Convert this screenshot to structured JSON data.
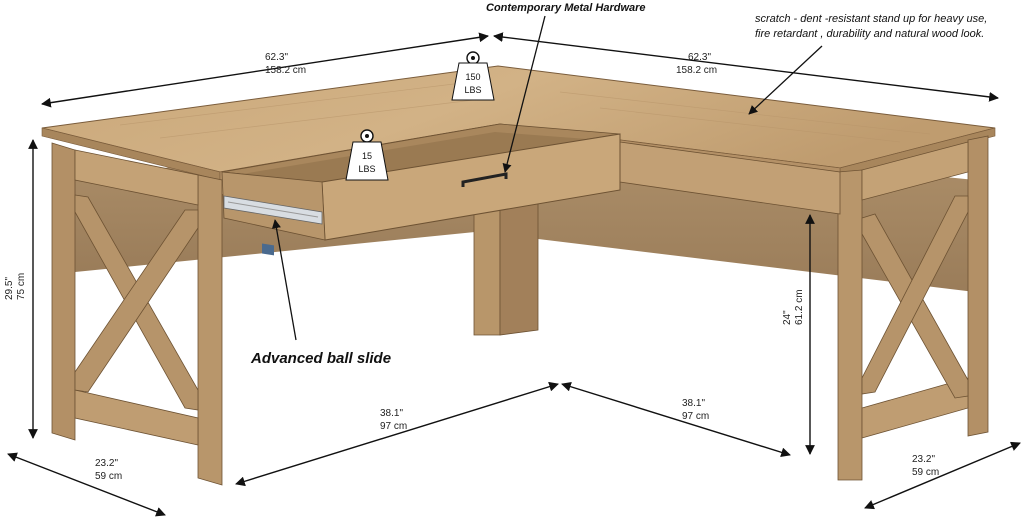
{
  "callouts": {
    "hardware": "Contemporary Metal Hardware",
    "surface_line1": "scratch - dent -resistant stand up for heavy use,",
    "surface_line2": "fire retardant , durability and natural wood look.",
    "slide": "Advanced ball slide"
  },
  "weights": {
    "top": {
      "value": "150",
      "unit": "LBS"
    },
    "drawer": {
      "value": "15",
      "unit": "LBS"
    }
  },
  "dimensions": {
    "top_left": {
      "imperial": "62.3\"",
      "metric": "158.2 cm"
    },
    "top_right": {
      "imperial": "62.3\"",
      "metric": "158.2 cm"
    },
    "height": {
      "imperial": "29.5\"",
      "metric": "75 cm"
    },
    "inner_height": {
      "imperial": "24\"",
      "metric": "61.2 cm"
    },
    "depth_left": {
      "imperial": "23.2\"",
      "metric": "59 cm"
    },
    "depth_right": {
      "imperial": "23.2\"",
      "metric": "59 cm"
    },
    "inner_left": {
      "imperial": "38.1\"",
      "metric": "97 cm"
    },
    "inner_right": {
      "imperial": "38.1\"",
      "metric": "97 cm"
    }
  },
  "colors": {
    "wood_light": "#c9a97c",
    "wood_mid": "#b08e63",
    "wood_dark": "#8d6c45",
    "line": "#111111"
  }
}
